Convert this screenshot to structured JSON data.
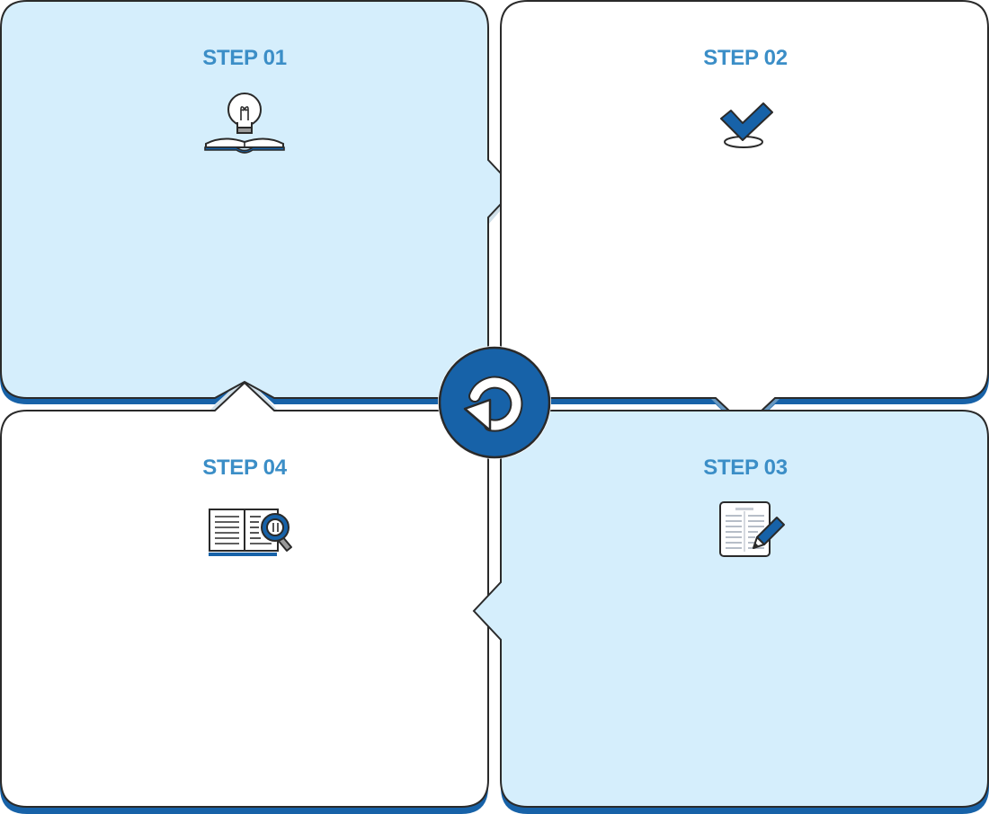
{
  "colors": {
    "accent_blue": "#1762a8",
    "title_blue": "#3b8ec7",
    "card_blue": "#d5eefc",
    "card_white": "#ffffff",
    "outline": "#2a2a2a"
  },
  "steps": [
    {
      "title": "STEP 01",
      "icon": "lightbulb-book-icon",
      "fill": "blue"
    },
    {
      "title": "STEP 02",
      "icon": "checkmark-icon",
      "fill": "white"
    },
    {
      "title": "STEP 03",
      "icon": "document-pencil-icon",
      "fill": "blue"
    },
    {
      "title": "STEP 04",
      "icon": "book-magnifier-icon",
      "fill": "white"
    }
  ],
  "center": {
    "icon": "cycle-arrow-icon"
  }
}
